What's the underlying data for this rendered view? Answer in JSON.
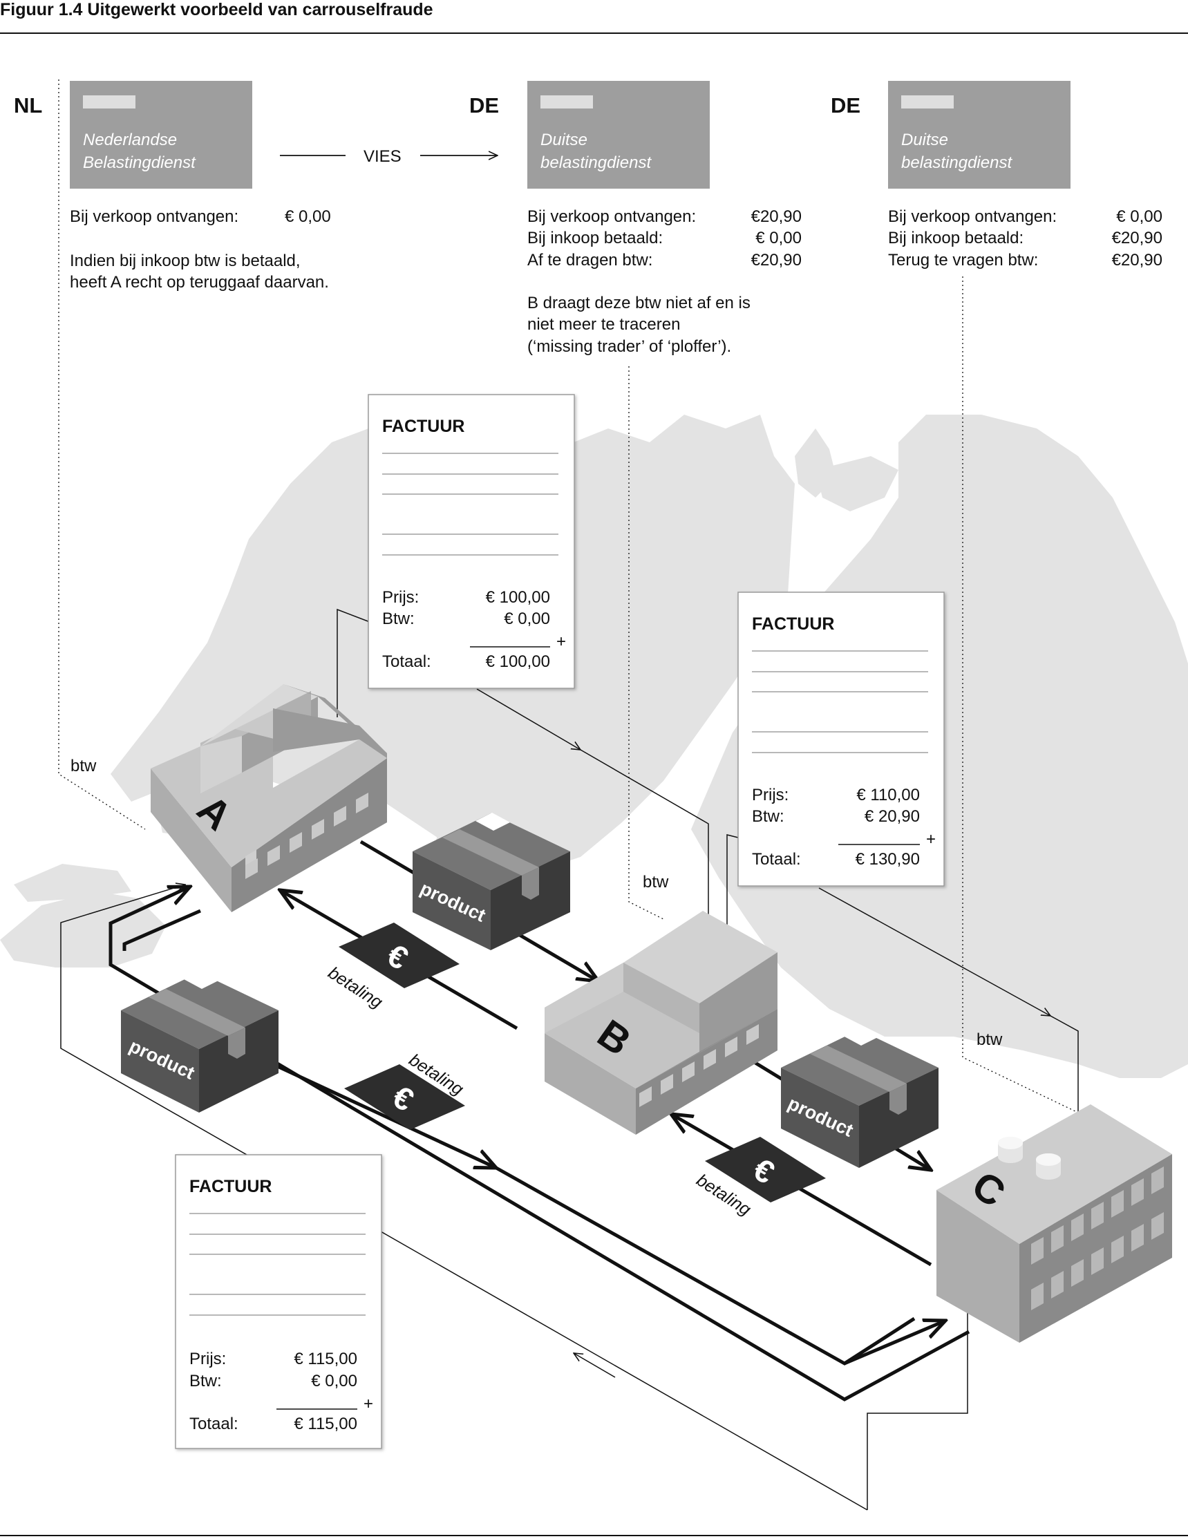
{
  "figure_title": "Figuur 1.4 Uitgewerkt voorbeeld van carrouselfraude",
  "authorities": [
    {
      "country": "NL",
      "name_line1": "Nederlandse",
      "name_line2": "Belastingdienst"
    },
    {
      "country": "DE",
      "name_line1": "Duitse",
      "name_line2": "belastingdienst"
    },
    {
      "country": "DE",
      "name_line1": "Duitse",
      "name_line2": "belastingdienst"
    }
  ],
  "vies_label": "VIES",
  "nl_info": {
    "row1_label": "Bij verkoop ontvangen:",
    "row1_value": "€  0,00",
    "note_line1": "Indien bij inkoop btw is betaald,",
    "note_line2": "heeft A recht op teruggaaf daarvan."
  },
  "de1_info": {
    "row1_label": "Bij verkoop ontvangen:",
    "row1_value": "€20,90",
    "row2_label": "Bij inkoop betaald:",
    "row2_value": "€  0,00",
    "row3_label": "Af te dragen btw:",
    "row3_value": "€20,90",
    "note_line1": "B draagt deze btw niet af en is",
    "note_line2": "niet meer te traceren",
    "note_line3": "(‘missing trader’ of ‘ploffer’)."
  },
  "de2_info": {
    "row1_label": "Bij verkoop ontvangen:",
    "row1_value": "€  0,00",
    "row2_label": "Bij inkoop betaald:",
    "row2_value": "€20,90",
    "row3_label": "Terug te vragen btw:",
    "row3_value": "€20,90"
  },
  "invoices": [
    {
      "title": "FACTUUR",
      "price_label": "Prijs:",
      "price": "€ 100,00",
      "vat_label": "Btw:",
      "vat": "€ 0,00",
      "plus": "+",
      "total_label": "Totaal:",
      "total": "€ 100,00"
    },
    {
      "title": "FACTUUR",
      "price_label": "Prijs:",
      "price": "€ 110,00",
      "vat_label": "Btw:",
      "vat": "€ 20,90",
      "plus": "+",
      "total_label": "Totaal:",
      "total": "€ 130,90"
    },
    {
      "title": "FACTUUR",
      "price_label": "Prijs:",
      "price": "€ 115,00",
      "vat_label": "Btw:",
      "vat": "€ 0,00",
      "plus": "+",
      "total_label": "Totaal:",
      "total": "€ 115,00"
    }
  ],
  "btw_label": "btw",
  "companies": {
    "a": "A",
    "b": "B",
    "c": "C"
  },
  "product_label": "product",
  "payment_label": "betaling",
  "euro_symbol": "€"
}
